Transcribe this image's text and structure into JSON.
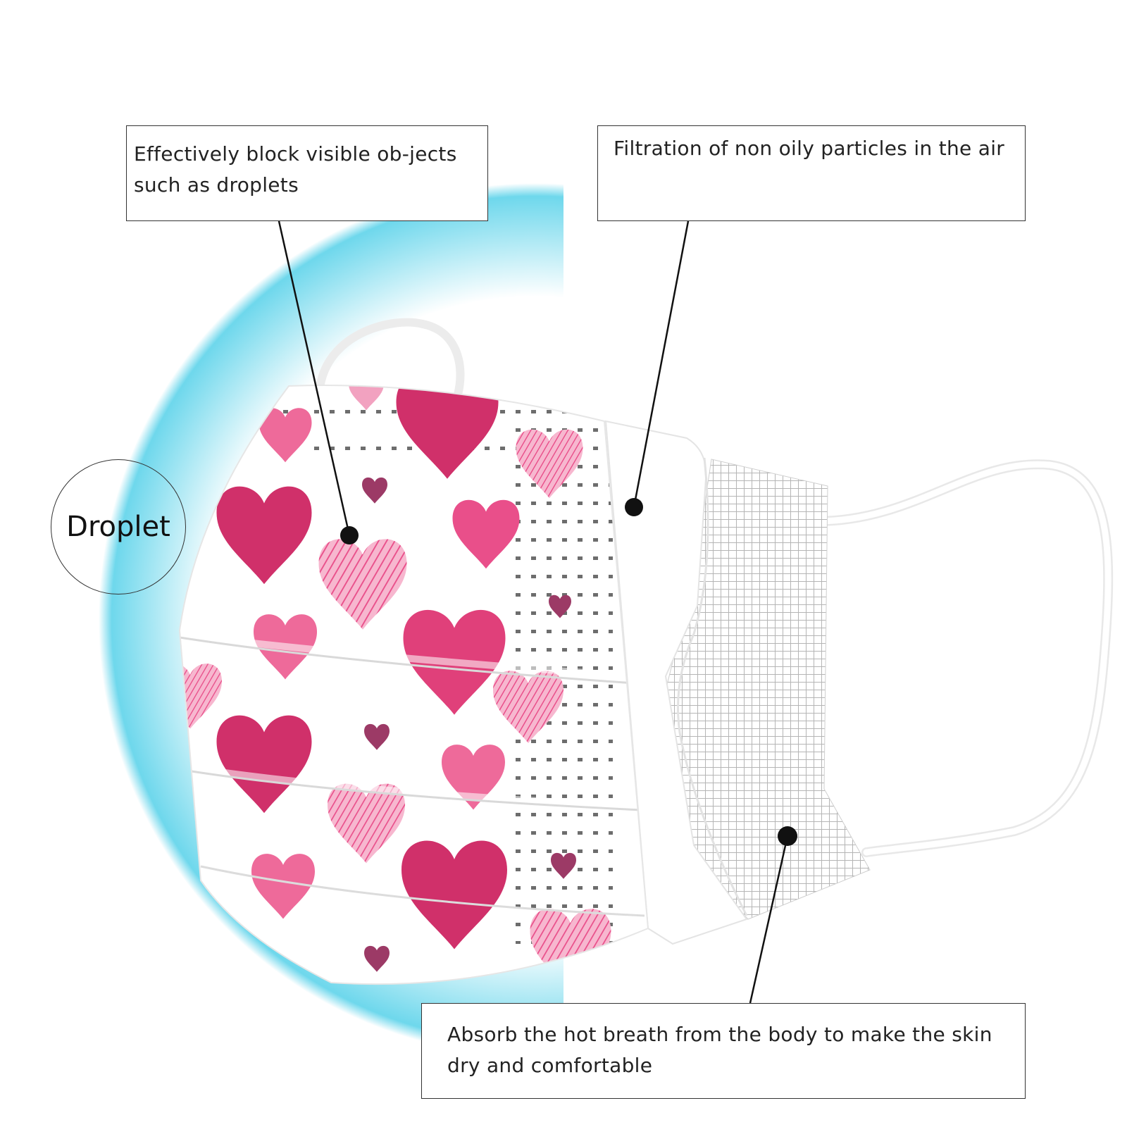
{
  "labels": {
    "droplet": "Droplet",
    "block_droplets": "Effectively block visible ob-jects such as droplets",
    "filtration": "Filtration of non oily particles in the air",
    "absorb": "Absorb the hot breath from the body to make the skin dry and comfortable"
  },
  "colors": {
    "droplet_glow": "#5ed3ea",
    "heart_bright": "#e94f8a",
    "heart_magenta": "#d0306a",
    "heart_plum": "#9c3a66",
    "heart_light": "#f2a2c0",
    "mask_white": "#ffffff",
    "mesh_grey": "#bfbfbf",
    "leader_line": "#111111"
  },
  "icons": {
    "left_layer": "heart-print",
    "middle_layer": "white-filter-layer",
    "inner_layer": "mesh-layer",
    "ear_loop": "ear-loop"
  }
}
